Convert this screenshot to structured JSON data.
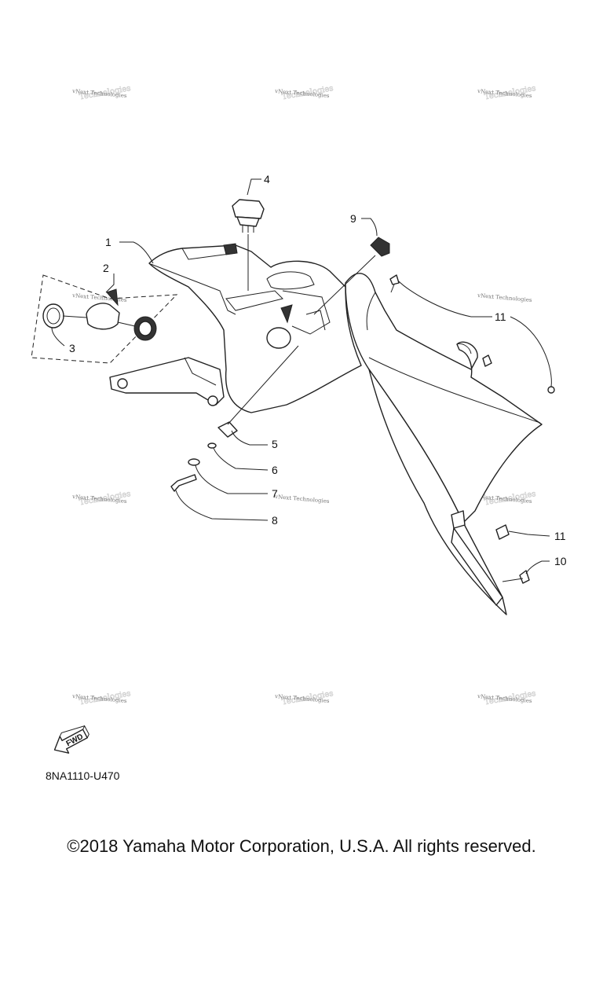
{
  "watermark": "vNext Technologies",
  "fwd_label": "FWD",
  "part_code": "8NA1110-U470",
  "copyright": "©2018 Yamaha Motor Corporation, U.S.A. All rights reserved.",
  "callouts": [
    {
      "id": "1",
      "label": "1"
    },
    {
      "id": "2",
      "label": "2"
    },
    {
      "id": "3",
      "label": "3"
    },
    {
      "id": "4",
      "label": "4"
    },
    {
      "id": "5",
      "label": "5"
    },
    {
      "id": "6",
      "label": "6"
    },
    {
      "id": "7",
      "label": "7"
    },
    {
      "id": "8",
      "label": "8"
    },
    {
      "id": "9",
      "label": "9"
    },
    {
      "id": "10",
      "label": "10"
    },
    {
      "id": "11a",
      "label": "11"
    },
    {
      "id": "11b",
      "label": "11"
    }
  ]
}
